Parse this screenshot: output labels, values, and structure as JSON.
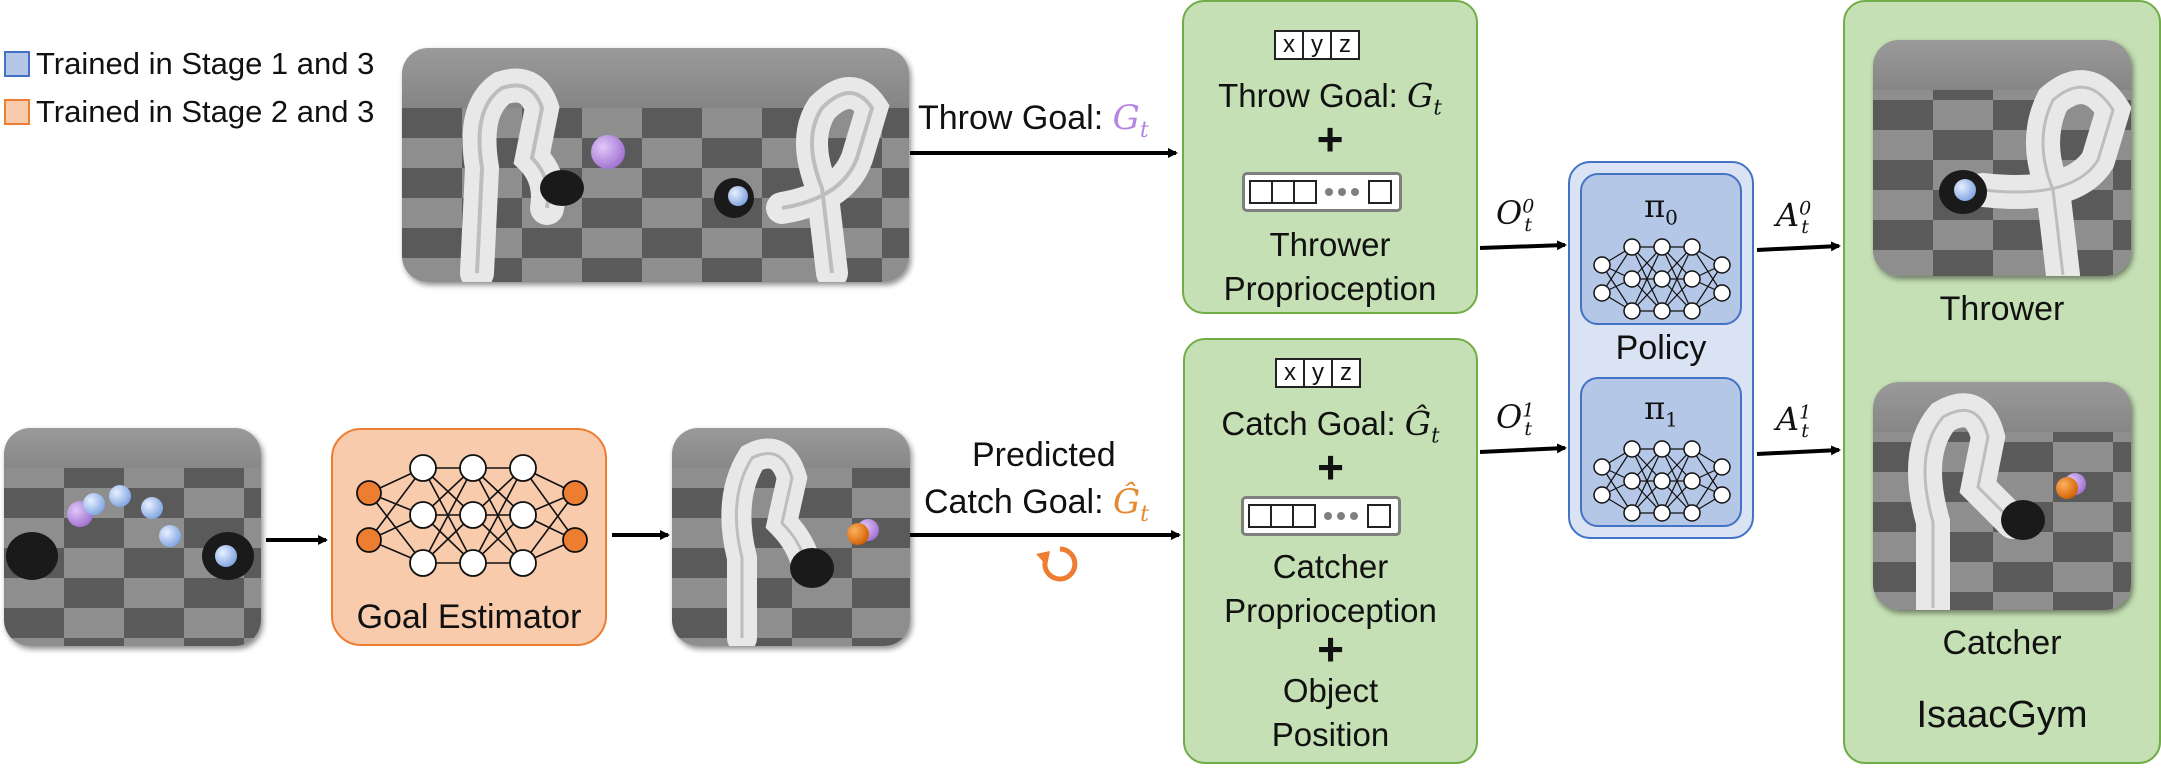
{
  "legend": [
    {
      "label": "Trained in Stage 1 and 3",
      "color": "#b4c7e7",
      "border": "#4472c4"
    },
    {
      "label": "Trained in Stage 2 and 3",
      "color": "#f8cbad",
      "border": "#ed7d31"
    }
  ],
  "labels": {
    "throw_goal_arrow": "Throw Goal:",
    "throw_goal_symbol": "G",
    "throw_goal_sub": "t",
    "predicted_line1": "Predicted",
    "predicted_line2": "Catch Goal:",
    "predicted_symbol": "Ĝ",
    "predicted_sub": "t",
    "goal_estimator": "Goal Estimator",
    "obs0": "O",
    "obs0_sup": "0",
    "obs0_sub": "t",
    "obs1": "O",
    "obs1_sup": "1",
    "obs1_sub": "t",
    "act0": "A",
    "act0_sup": "0",
    "act0_sub": "t",
    "act1": "A",
    "act1_sup": "1",
    "act1_sub": "t"
  },
  "thrower_panel": {
    "xyz": [
      "x",
      "y",
      "z"
    ],
    "goal_label": "Throw Goal:",
    "goal_symbol": "G",
    "goal_sub": "t",
    "plus": "+",
    "line1": "Thrower",
    "line2": "Proprioception"
  },
  "catcher_panel": {
    "xyz": [
      "x",
      "y",
      "z"
    ],
    "goal_label": "Catch Goal:",
    "goal_symbol": "Ĝ",
    "goal_sub": "t",
    "plus": "+",
    "line1": "Catcher",
    "line2": "Proprioception",
    "plus2": "+",
    "line3": "Object",
    "line4": "Position"
  },
  "policy": {
    "label": "Policy",
    "pi0": "π",
    "pi0_sub": "0",
    "pi1": "π",
    "pi1_sub": "1"
  },
  "output": {
    "thrower": "Thrower",
    "catcher": "Catcher",
    "sim": "IsaacGym"
  },
  "colors": {
    "green_fill": "#c5e0b4",
    "green_border": "#70ad47",
    "blue_fill": "#b4c7e7",
    "blue_border": "#4472c4",
    "orange_fill": "#f8cbad",
    "orange_node": "#ed7d31",
    "purple": "#b685e3",
    "orange_text": "#e5892e"
  },
  "icons": [
    "refresh-icon",
    "robot-arm-icon",
    "neural-network-icon"
  ]
}
